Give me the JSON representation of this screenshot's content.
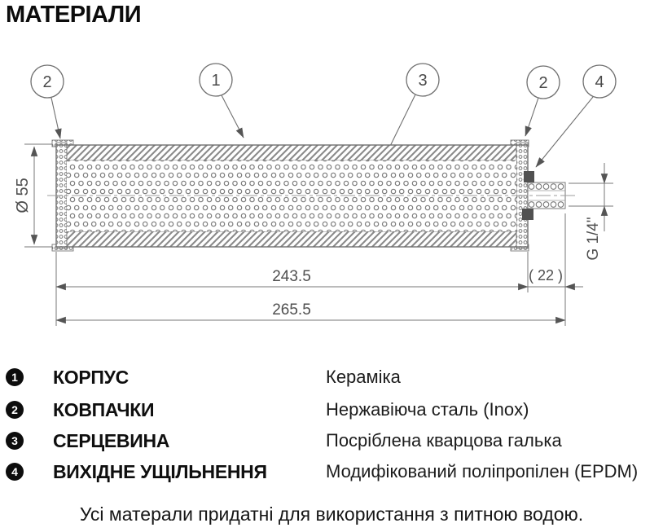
{
  "title": "МАТЕРІАЛИ",
  "diagram": {
    "callouts": [
      "2",
      "1",
      "3",
      "2",
      "4"
    ],
    "dimensions": {
      "diameter": "Ø 55",
      "body_length": "243.5",
      "fitting_length": "( 22 )",
      "total_length": "265.5",
      "thread": "G 1/4\""
    }
  },
  "legend": {
    "rows": [
      {
        "num": "1",
        "label": "КОРПУС",
        "value": "Кераміка"
      },
      {
        "num": "2",
        "label": "КОВПАЧКИ",
        "value": "Нержавіюча сталь (Inox)"
      },
      {
        "num": "3",
        "label": "СЕРЦЕВИНА",
        "value": "Посріблена кварцова галька"
      },
      {
        "num": "4",
        "label": "ВИХІДНЕ УЩІЛЬНЕННЯ",
        "value": "Модифікований поліпропілен (EPDM)"
      }
    ]
  },
  "note": "Усі матерали придатні для використання з питною водою.",
  "colors": {
    "line": "#6f6f6f",
    "dim_text": "#4f4f4f",
    "seal": "#515151",
    "text": "#0f0f0f"
  }
}
